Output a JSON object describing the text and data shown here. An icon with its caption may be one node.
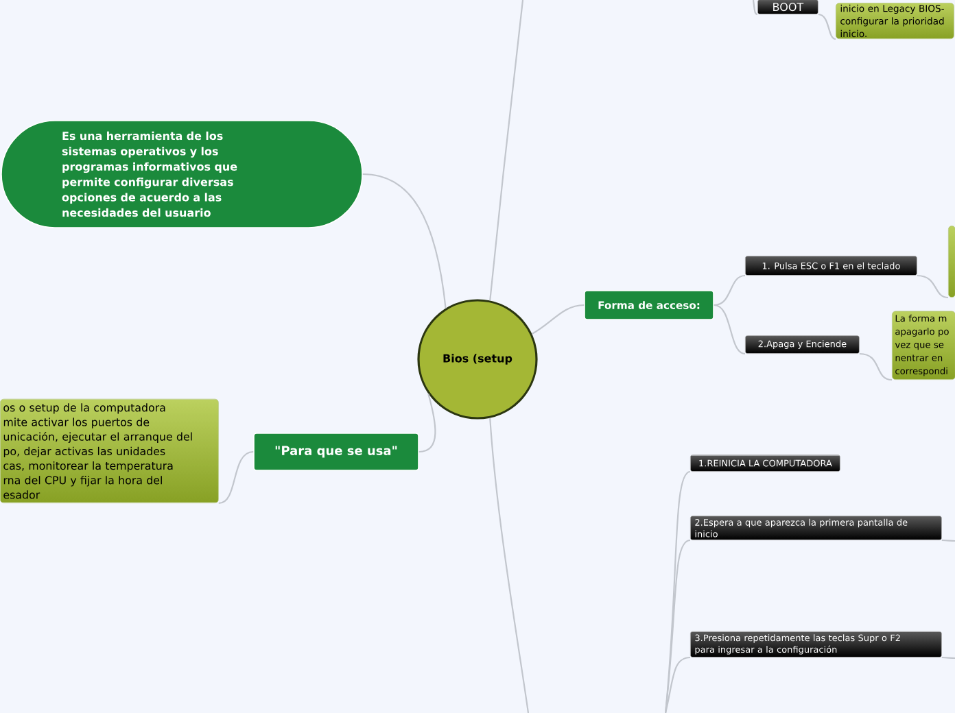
{
  "diagram": {
    "nodes": [
      {
        "text": [
          "BOOT"
        ]
      },
      {
        "text": [
          "inicio en Legacy BIOS- configurar la prioridad inicio."
        ]
      },
      {
        "text": [
          "Es una herramienta de los sistemas operativos y los programas informativos que permite configurar diversas opciones de acuerdo a las necesidades del usuario"
        ]
      },
      {
        "text": [
          "Bios (setup"
        ]
      },
      {
        "text": [
          "Forma de acceso:"
        ]
      },
      {
        "text": [
          "1. Pulsa ESC o F1 en el teclado"
        ]
      },
      {
        "text": [],
        "shape": "box"
      },
      {
        "text": [
          "2.Apaga y Enciende"
        ]
      },
      {
        "text": [
          "La forma m apagarlo po vez que se nentrar en correspondi"
        ]
      },
      {
        "text": [
          "\"Para que se usa\""
        ]
      },
      {
        "text": [
          "os o setup de la computadora mite activar los puertos de unicación, ejecutar el arranque del po, dejar activas las unidades cas, monitorear la temperatura rna del CPU y fijar la hora del esador"
        ]
      },
      {
        "text": [
          "1.REINICIA LA COMPUTADORA"
        ]
      },
      {
        "text": [
          "2.Espera a que aparezca la primera pantalla de inicio"
        ]
      },
      {
        "text": [
          "3.Presiona repetidamente las teclas Supr o F2 para ingresar a la configuración"
        ]
      }
    ],
    "edges": [
      {
        "from": null,
        "to": 0,
        "arrow": "none"
      },
      {
        "from": 0,
        "to": 1,
        "arrow": "none"
      },
      {
        "from": 3,
        "to": null,
        "arrow": "none"
      },
      {
        "from": 3,
        "to": 2,
        "arrow": "none"
      },
      {
        "from": 3,
        "to": 4,
        "arrow": "none"
      },
      {
        "from": 4,
        "to": 5,
        "arrow": "none"
      },
      {
        "from": 4,
        "to": 7,
        "arrow": "none"
      },
      {
        "from": 5,
        "to": 6,
        "arrow": "none"
      },
      {
        "from": 7,
        "to": 8,
        "arrow": "none"
      },
      {
        "from": 3,
        "to": 9,
        "arrow": "none"
      },
      {
        "from": 9,
        "to": 10,
        "arrow": "none"
      },
      {
        "from": 3,
        "to": null,
        "arrow": "none"
      },
      {
        "from": null,
        "to": 11,
        "arrow": "none"
      },
      {
        "from": null,
        "to": 12,
        "arrow": "none"
      },
      {
        "from": null,
        "to": 13,
        "arrow": "none"
      },
      {
        "from": 12,
        "to": null,
        "arrow": "none"
      },
      {
        "from": 13,
        "to": null,
        "arrow": "none"
      }
    ]
  }
}
